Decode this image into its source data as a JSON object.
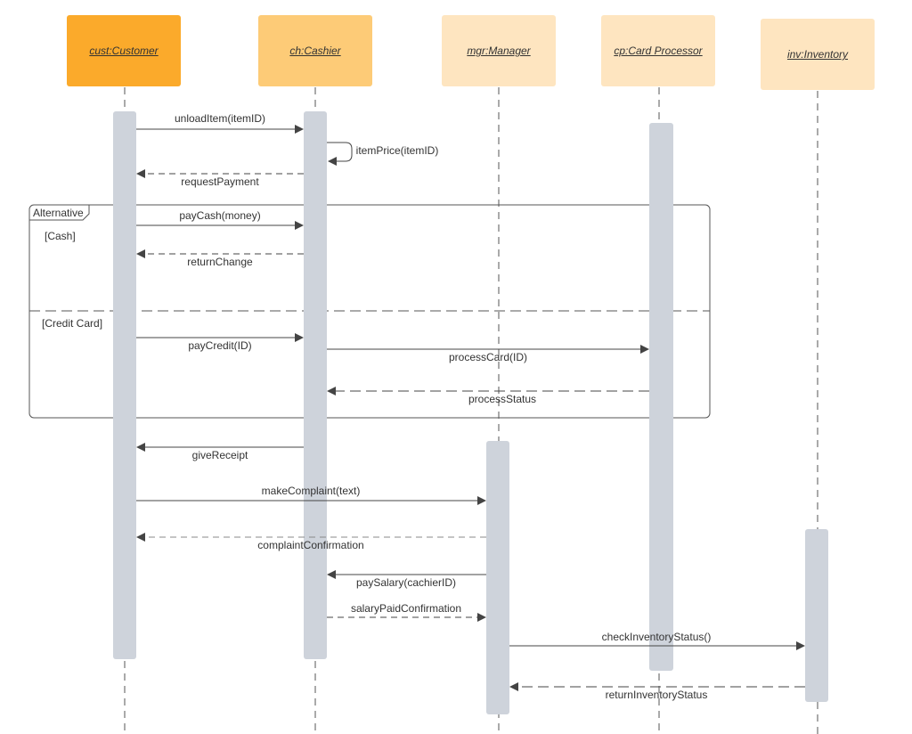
{
  "lifelines": {
    "customer": {
      "label": "cust:Customer",
      "color": "#FBAA2B"
    },
    "cashier": {
      "label": "ch:Cashier",
      "color": "#FDCB77"
    },
    "manager": {
      "label": "mgr:Manager",
      "color": "#FEE5C0"
    },
    "card": {
      "label": "cp:Card Processor",
      "color": "#FEE5C0"
    },
    "inventory": {
      "label": "inv:Inventory",
      "color": "#FEE5C0"
    }
  },
  "fragment": {
    "operator": "Alternative",
    "guard_cash": "[Cash]",
    "guard_credit": "[Credit Card]"
  },
  "messages": {
    "unload_item": "unloadItem(itemID)",
    "item_price": "itemPrice(itemID)",
    "request_payment": "requestPayment",
    "pay_cash": "payCash(money)",
    "return_change": "returnChange",
    "pay_credit": "payCredit(ID)",
    "process_card": "processCard(ID)",
    "process_status": "processStatus",
    "give_receipt": "giveReceipt",
    "make_complaint": "makeComplaint(text)",
    "complaint_confirmation": "complaintConfirmation",
    "pay_salary": "paySalary(cachierID)",
    "salary_paid_confirmation": "salaryPaidConfirmation",
    "check_inventory_status": "checkInventoryStatus()",
    "return_inventory_status": "returnInventoryStatus"
  },
  "colors": {
    "activation": "#CED3DB",
    "line": "#444444",
    "frame": "#555555"
  }
}
